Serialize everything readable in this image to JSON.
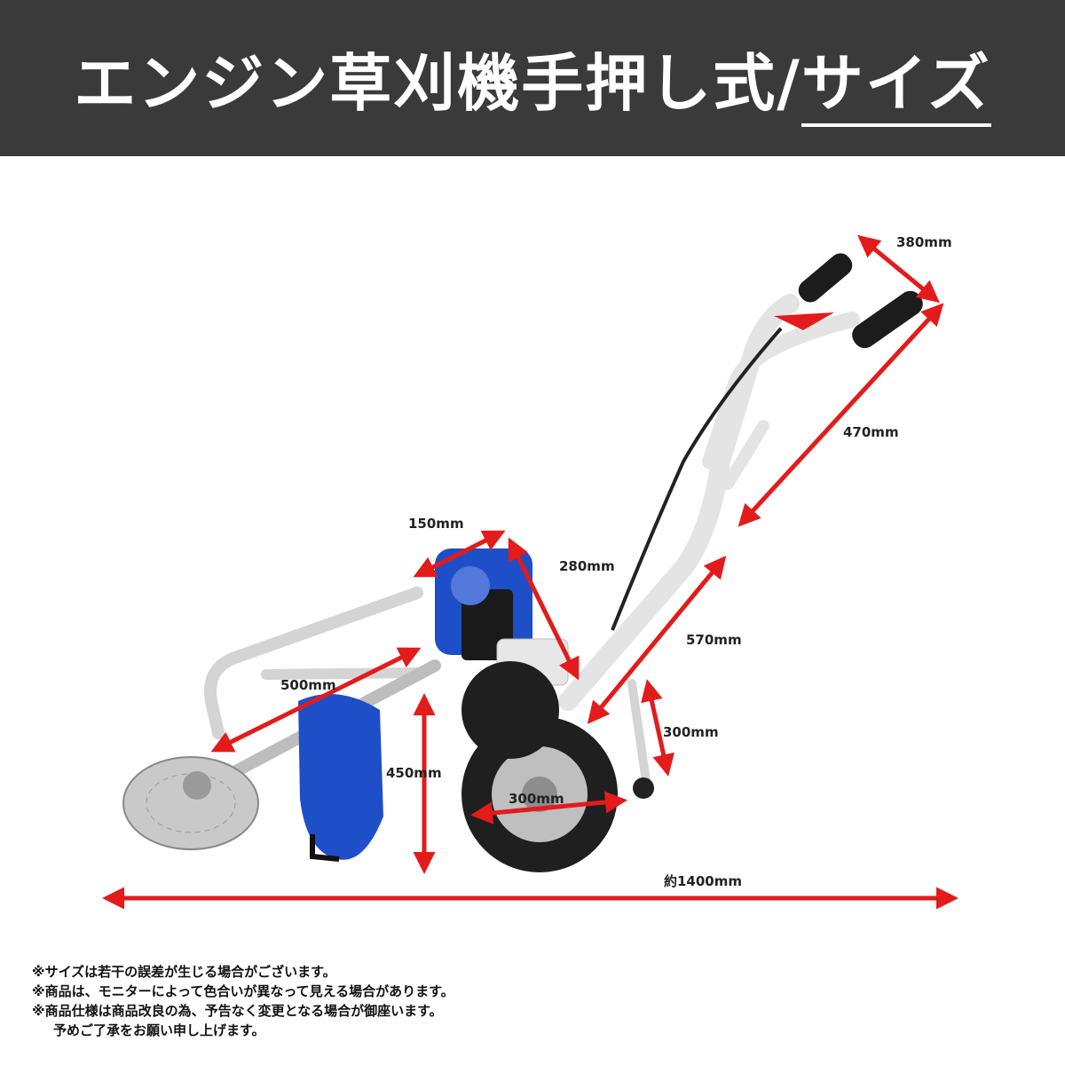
{
  "title": {
    "main": "エンジン草刈機手押し式/",
    "underlined": "サイズ"
  },
  "dimensions": {
    "handle_width": "380mm",
    "handle_length": "470mm",
    "engine_width": "150mm",
    "engine_height": "280mm",
    "frame_length": "570mm",
    "shaft_length": "500mm",
    "caster_height": "300mm",
    "guard_height": "450mm",
    "wheel_diameter": "300mm",
    "total_length": "約1400mm"
  },
  "notes": [
    "※サイズは若干の誤差が生じる場合がございます。",
    "※商品は、モニターによって色合いが異なって見える場合があります。",
    "※商品仕様は商品改良の為、予告なく変更となる場合が御座います。",
    "予めご了承をお願い申し上げます。"
  ],
  "colors": {
    "header_bg": "#3a3a3a",
    "arrow": "#e31b1b",
    "engine_blue": "#1e4fc9"
  }
}
